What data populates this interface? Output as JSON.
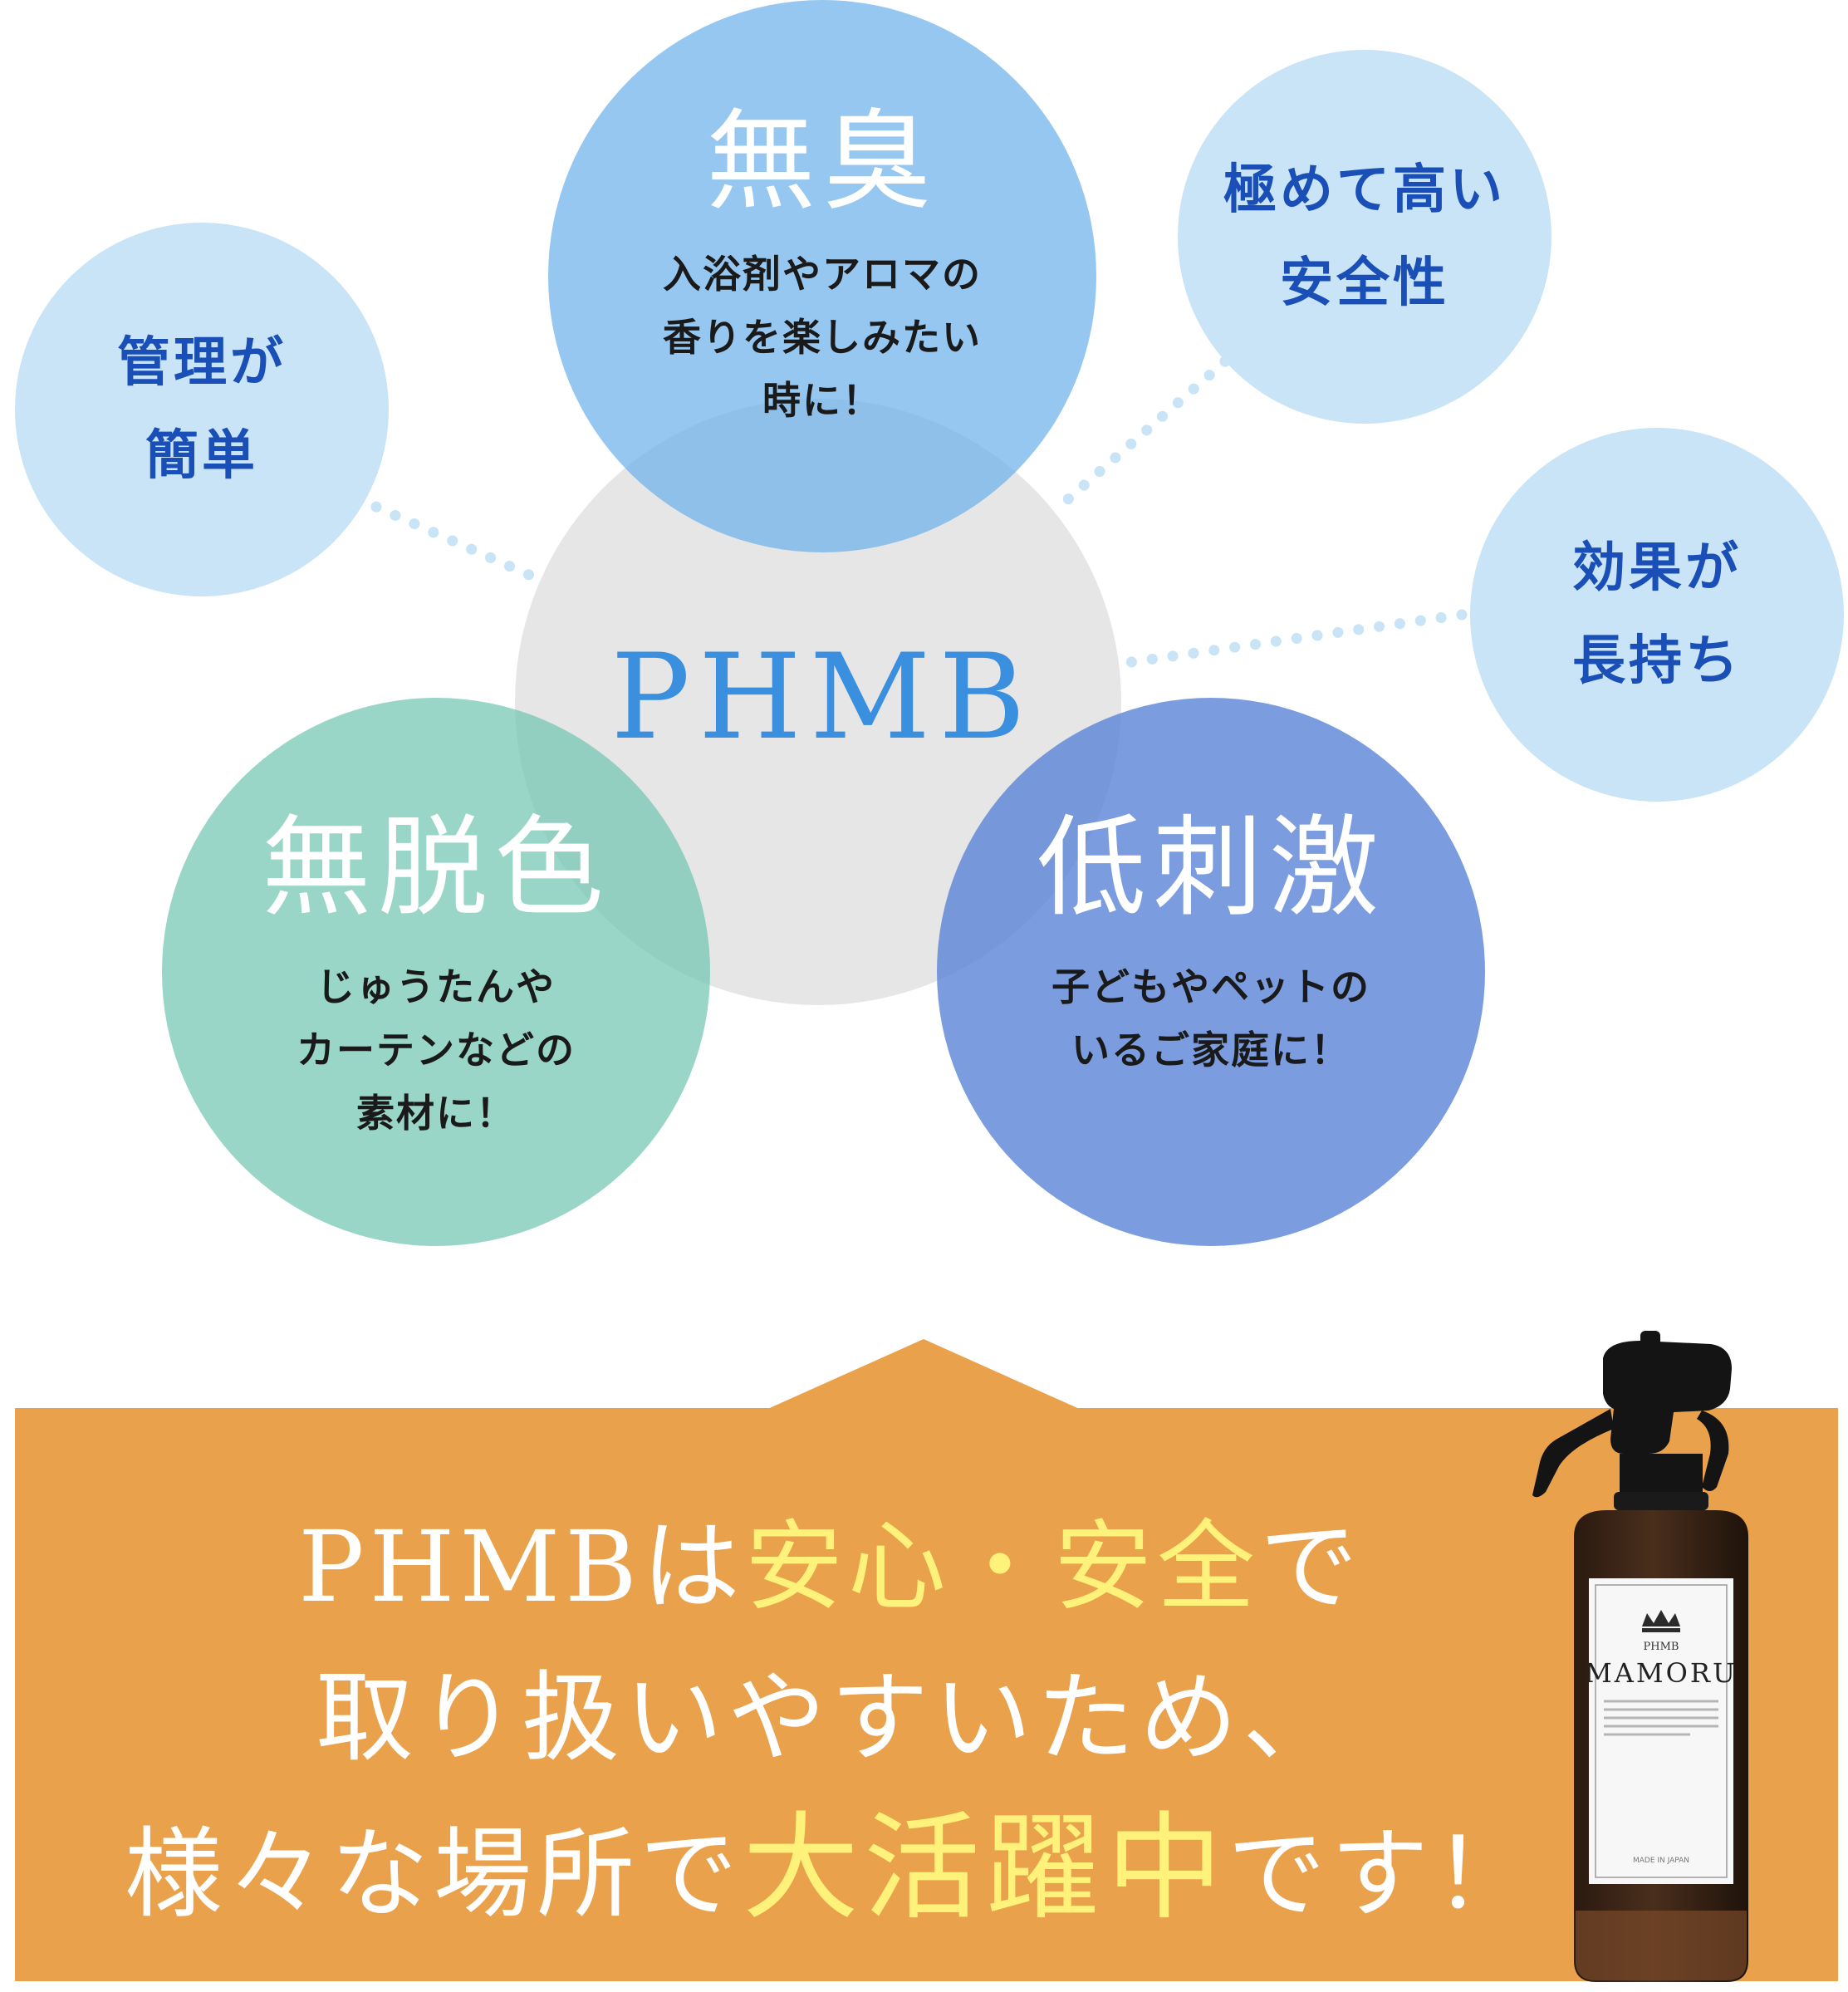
{
  "center": {
    "label": "PHMB"
  },
  "features": {
    "management": {
      "title_line1": "管理が",
      "title_line2": "簡単"
    },
    "odorless": {
      "title": "無臭",
      "desc_line1": "入浴剤やアロマの",
      "desc_line2": "香りを楽しみたい",
      "desc_line3": "時に！"
    },
    "safety": {
      "title_line1": "極めて高い",
      "title_line2": "安全性"
    },
    "longlasting": {
      "title_line1": "効果が",
      "title_line2": "長持ち"
    },
    "no_bleach": {
      "title": "無脱色",
      "desc_line1": "じゅうたんや",
      "desc_line2": "カーテンなどの",
      "desc_line3": "素材に！"
    },
    "low_irritation": {
      "title": "低刺激",
      "desc_line1": "子どもやペットの",
      "desc_line2": "いるご家庭に！"
    }
  },
  "banner": {
    "line1_a": "PHMBは",
    "line1_hl": "安心・安全",
    "line1_b": "で",
    "line2": "取り扱いやすいため、",
    "line3_a": "様々な場所で",
    "line3_hl": "大活躍中",
    "line3_b": "です！"
  },
  "product": {
    "label_small": "PHMB",
    "label_name": "MAMORU",
    "label_made": "MADE IN JAPAN"
  },
  "colors": {
    "center_circle": "#e6e6e6",
    "odorless_circle": "#76b8ea",
    "small_circle": "#c9e4f6",
    "no_bleach_circle": "#7fcbb8",
    "low_irritation_circle": "#5f8ad6",
    "banner": "#eaa14b",
    "highlight": "#fff27a",
    "small_title": "#1b4fb8"
  }
}
